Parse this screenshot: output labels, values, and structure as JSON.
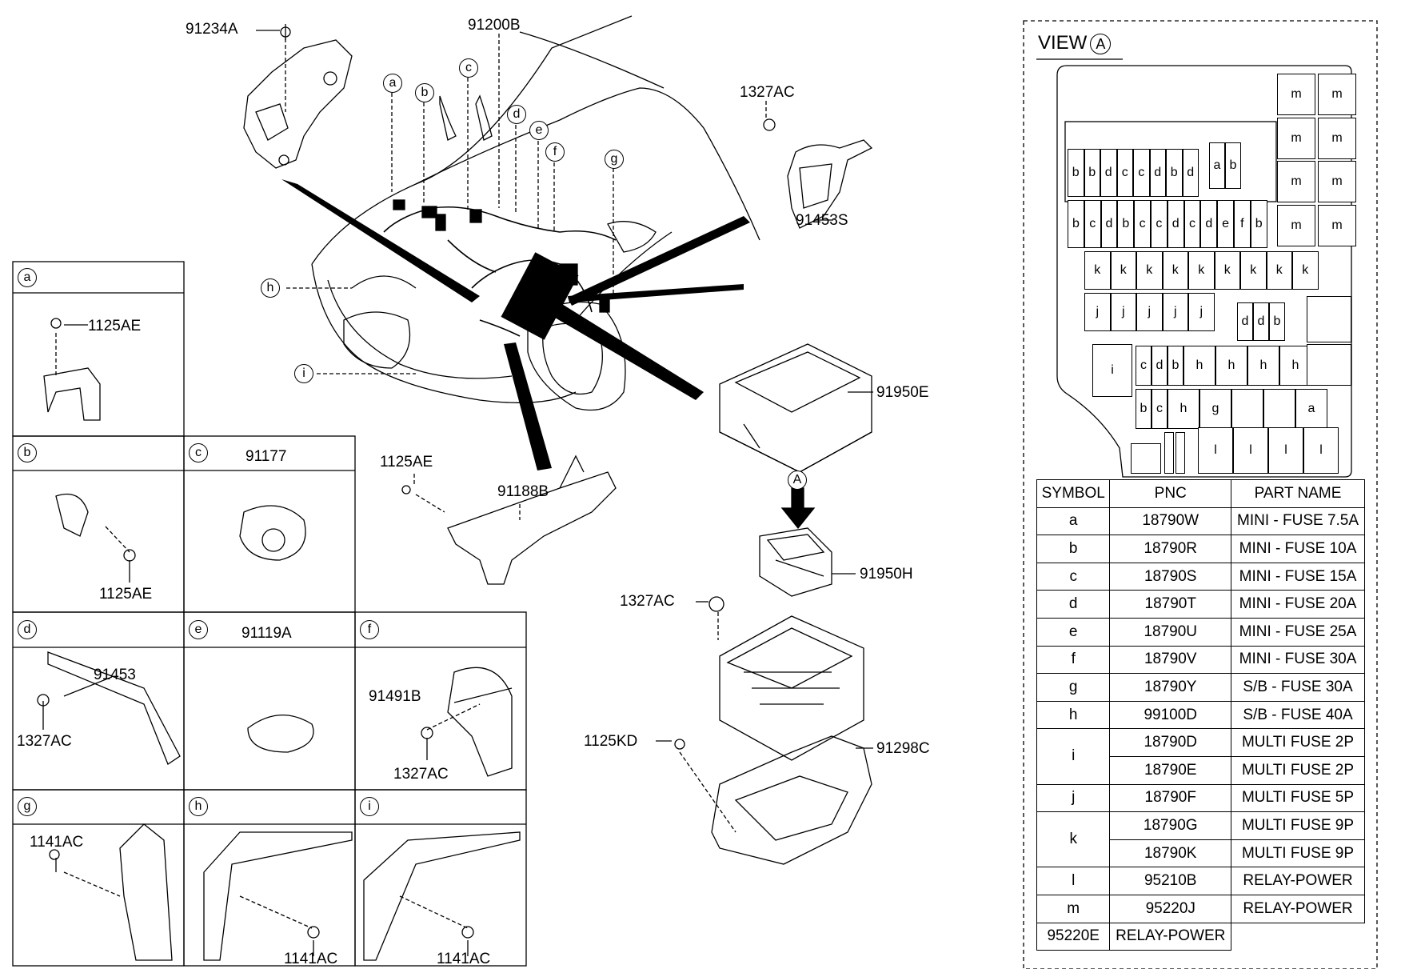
{
  "callouts": {
    "p91234A": "91234A",
    "p91200B": "91200B",
    "p1327AC_top": "1327AC",
    "p91453S": "91453S",
    "p91950E": "91950E",
    "p1125AE_bracket": "1125AE",
    "p91188B": "91188B",
    "p91950H": "91950H",
    "p1327AC_mid": "1327AC",
    "p1125KD": "1125KD",
    "p91298C": "91298C",
    "view_marker": "A"
  },
  "harness_tags": [
    "a",
    "b",
    "c",
    "d",
    "e",
    "f",
    "g",
    "h",
    "i"
  ],
  "detail_boxes": {
    "a": {
      "tag": "a",
      "title": "",
      "part": "1125AE"
    },
    "b": {
      "tag": "b",
      "title": "",
      "part": "1125AE"
    },
    "c": {
      "tag": "c",
      "title": "91177"
    },
    "d": {
      "tag": "d",
      "title": "",
      "part1": "91453",
      "part2": "1327AC"
    },
    "e": {
      "tag": "e",
      "title": "91119A"
    },
    "f": {
      "tag": "f",
      "title": "",
      "part1": "91491B",
      "part2": "1327AC"
    },
    "g": {
      "tag": "g",
      "title": "",
      "part": "1141AC"
    },
    "h": {
      "tag": "h",
      "title": "",
      "part": "1141AC"
    },
    "i": {
      "tag": "i",
      "title": "",
      "part": "1141AC"
    }
  },
  "view": {
    "label": "VIEW",
    "marker": "A"
  },
  "fuse_layout": {
    "row1": [
      "b",
      "b",
      "d",
      "c",
      "c",
      "d",
      "b",
      "d"
    ],
    "ab": [
      "a",
      "b"
    ],
    "row2": [
      "b",
      "c",
      "d",
      "b",
      "c",
      "c",
      "d",
      "c",
      "d",
      "e",
      "f",
      "b"
    ],
    "row_k": [
      "k",
      "k",
      "k",
      "k",
      "k",
      "k",
      "k",
      "k",
      "k"
    ],
    "row_j": [
      "j",
      "j",
      "j",
      "j",
      "j"
    ],
    "row_ddb": [
      "d",
      "d",
      "b"
    ],
    "row_i": "i",
    "row_cdbh": [
      "c",
      "d",
      "b",
      "h",
      "h",
      "h",
      "h"
    ],
    "row_bchg": [
      "b",
      "c",
      "h",
      "g",
      "",
      "",
      "a"
    ],
    "row_l": [
      "l",
      "l",
      "l",
      "l"
    ],
    "m": [
      "m",
      "m",
      "m",
      "m",
      "m",
      "m",
      "m",
      "m"
    ]
  },
  "table": {
    "headers": [
      "SYMBOL",
      "PNC",
      "PART NAME"
    ],
    "rows": [
      {
        "symbol": "a",
        "pnc": "18790W",
        "name": "MINI - FUSE 7.5A"
      },
      {
        "symbol": "b",
        "pnc": "18790R",
        "name": "MINI - FUSE 10A"
      },
      {
        "symbol": "c",
        "pnc": "18790S",
        "name": "MINI - FUSE 15A"
      },
      {
        "symbol": "d",
        "pnc": "18790T",
        "name": "MINI - FUSE 20A"
      },
      {
        "symbol": "e",
        "pnc": "18790U",
        "name": "MINI - FUSE 25A"
      },
      {
        "symbol": "f",
        "pnc": "18790V",
        "name": "MINI - FUSE 30A"
      },
      {
        "symbol": "g",
        "pnc": "18790Y",
        "name": "S/B - FUSE 30A"
      },
      {
        "symbol": "h",
        "pnc": "99100D",
        "name": "S/B - FUSE 40A"
      },
      {
        "symbol": "i",
        "pnc": "18790D",
        "name": "MULTI FUSE 2P"
      },
      {
        "symbol": "",
        "pnc": "18790E",
        "name": "MULTI FUSE 2P"
      },
      {
        "symbol": "j",
        "pnc": "18790F",
        "name": "MULTI FUSE 5P"
      },
      {
        "symbol": "k",
        "pnc": "18790G",
        "name": "MULTI FUSE 9P"
      },
      {
        "symbol": "",
        "pnc": "18790K",
        "name": "MULTI FUSE 9P"
      },
      {
        "symbol": "l",
        "pnc": "95210B",
        "name": "RELAY-POWER"
      },
      {
        "symbol": "m",
        "pnc": "95220J",
        "name": "RELAY-POWER"
      },
      {
        "symbol": "",
        "pnc": "95220E",
        "name": "RELAY-POWER"
      }
    ]
  }
}
